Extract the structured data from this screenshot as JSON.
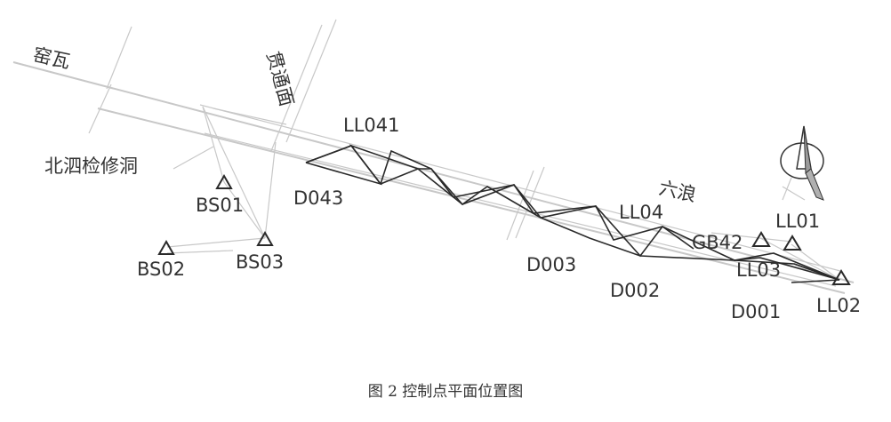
{
  "caption": "图 2 控制点平面位置图",
  "areas": {
    "yaowa": "窑瓦",
    "guantongmian": "贯通面",
    "beisi": "北泗检修洞",
    "liulang": "六浪"
  },
  "points": {
    "ll041": "LL041",
    "d043": "D043",
    "bs01": "BS01",
    "bs02": "BS02",
    "bs03": "BS03",
    "d003": "D003",
    "d002": "D002",
    "d001": "D001",
    "ll04": "LL04",
    "gb42": "GB42",
    "ll01": "LL01",
    "ll03": "LL03",
    "ll02": "LL02"
  },
  "icons": {
    "north_arrow": "north-arrow-icon",
    "control_point": "triangle-icon"
  }
}
